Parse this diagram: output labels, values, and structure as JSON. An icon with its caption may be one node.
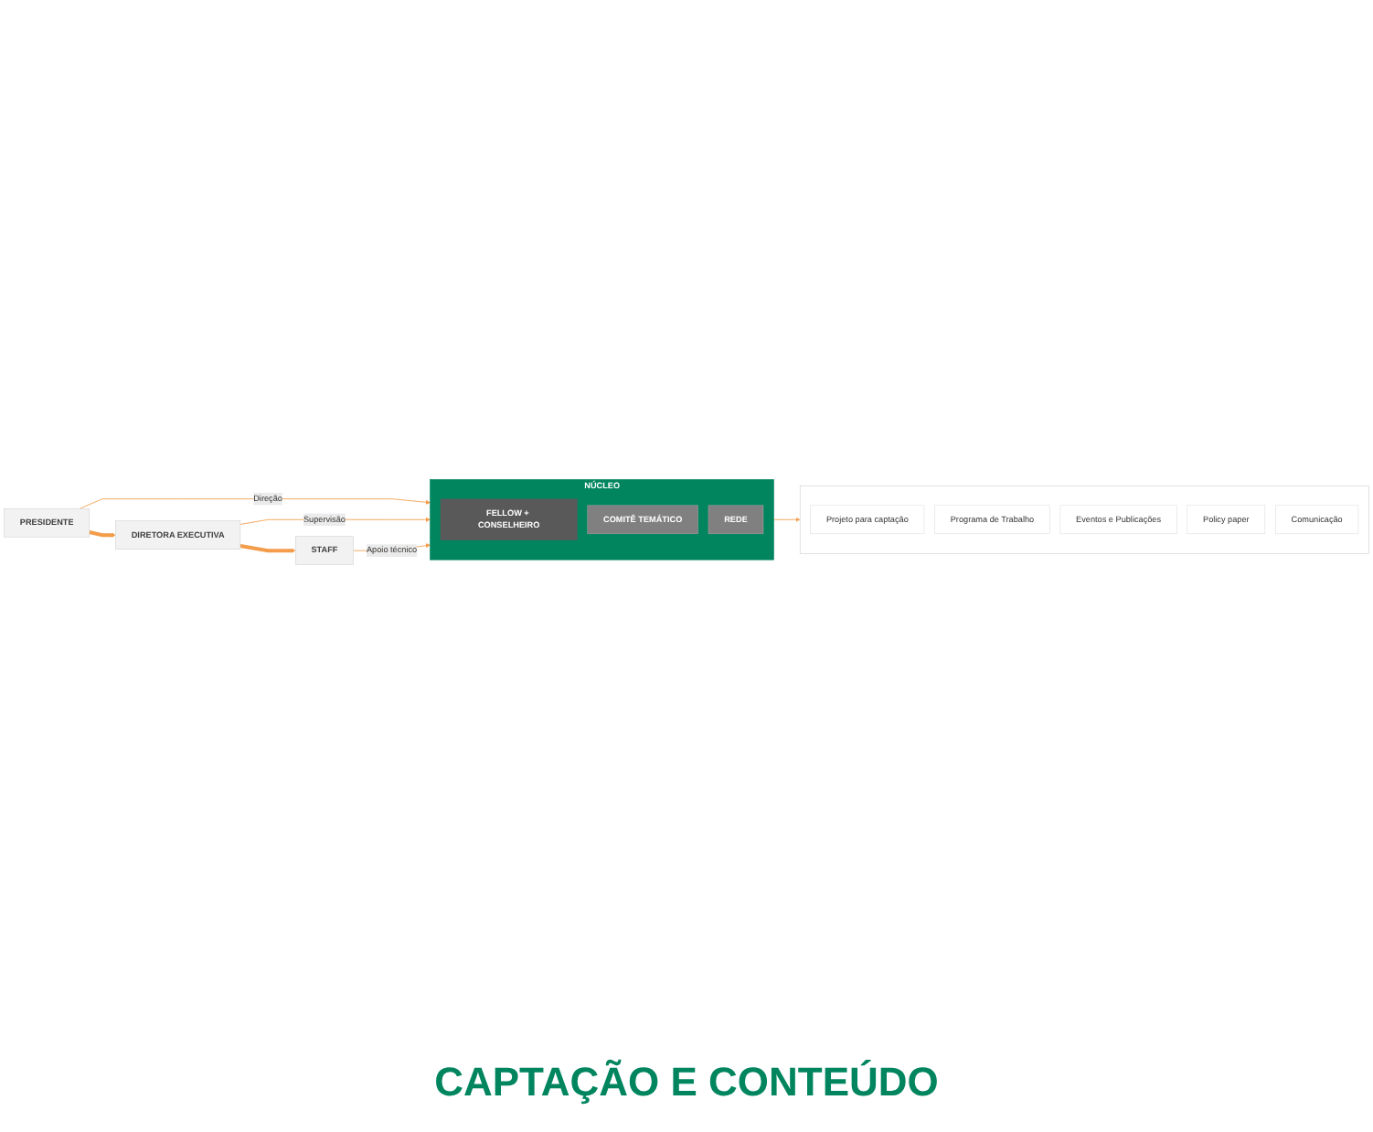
{
  "diagram": {
    "caption": "CAPTAÇÃO E CONTEÚDO",
    "nodes": [
      {
        "text": [
          "PRESIDENTE"
        ]
      },
      {
        "text": [
          "DIRETORA EXECUTIVA"
        ]
      },
      {
        "text": [
          "STAFF"
        ]
      },
      {
        "text": [
          "NÚCLEO"
        ]
      },
      {
        "text": [
          "FELLOW + CONSELHEIRO"
        ],
        "in": 3
      },
      {
        "text": [
          "COMITÊ TEMÁTICO"
        ],
        "in": 3
      },
      {
        "text": [
          "REDE"
        ],
        "in": 3
      },
      {
        "text": [],
        "shape": "box"
      },
      {
        "text": [
          "Projeto para captação"
        ],
        "in": 7
      },
      {
        "text": [
          "Programa de Trabalho"
        ],
        "in": 7
      },
      {
        "text": [
          "Eventos e Publicações"
        ],
        "in": 7
      },
      {
        "text": [
          "Policy paper"
        ],
        "in": 7
      },
      {
        "text": [
          "Comunicação"
        ],
        "in": 7
      }
    ],
    "edges": [
      {
        "from": 0,
        "to": 1,
        "arrow": "to",
        "style": "thick"
      },
      {
        "from": 1,
        "to": 2,
        "arrow": "to",
        "style": "thick"
      },
      {
        "from": 0,
        "to": 3,
        "arrow": "to",
        "label": "Direção"
      },
      {
        "from": 1,
        "to": 3,
        "arrow": "to",
        "label": "Supervisão"
      },
      {
        "from": 2,
        "to": 3,
        "arrow": "to",
        "label": "Apoio técnico"
      },
      {
        "from": 3,
        "to": 7,
        "arrow": "to"
      }
    ]
  }
}
